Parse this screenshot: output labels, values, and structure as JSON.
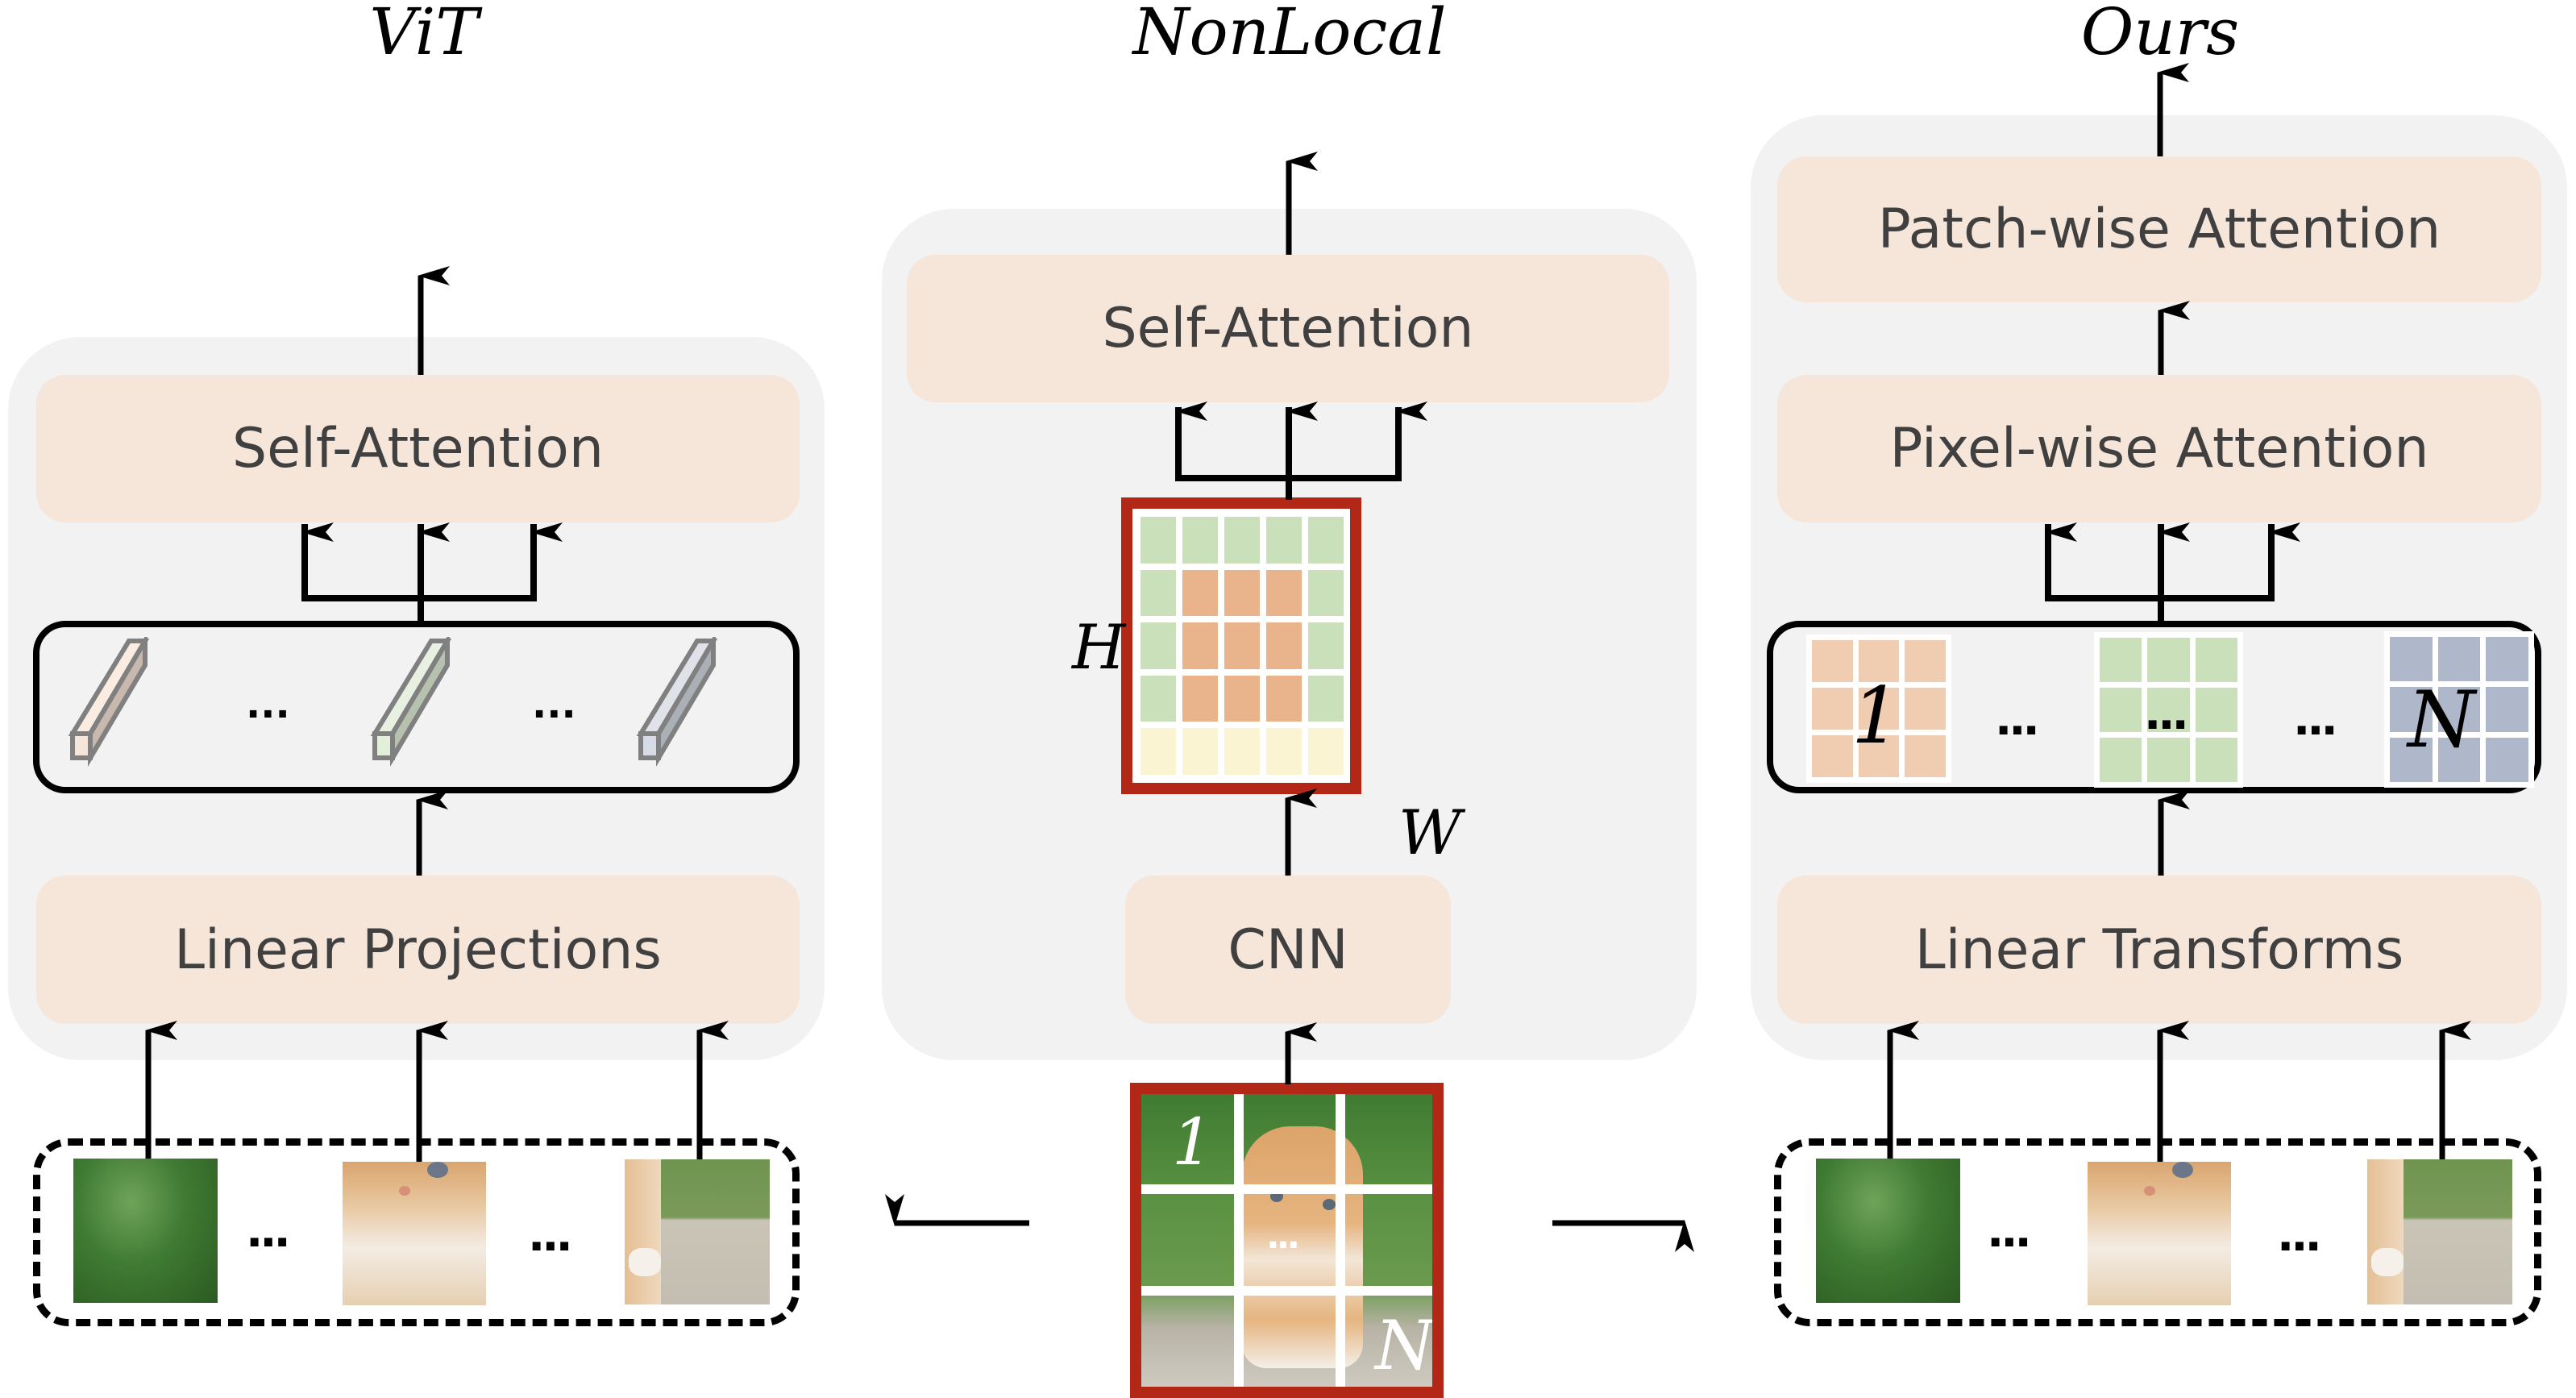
{
  "columns": {
    "vit": {
      "title": "ViT",
      "blocks": {
        "top": "Self-Attention",
        "bottom": "Linear Projections"
      },
      "tokens": [
        {
          "kind": "token-vector",
          "color": "#f6e5d9"
        },
        {
          "kind": "ellipsis",
          "text": "..."
        },
        {
          "kind": "token-vector",
          "color": "#e2efd9"
        },
        {
          "kind": "ellipsis",
          "text": "..."
        },
        {
          "kind": "token-vector",
          "color": "#d6dce5"
        }
      ],
      "patches": [
        {
          "kind": "patch-image",
          "content": "grass"
        },
        {
          "kind": "ellipsis",
          "text": "..."
        },
        {
          "kind": "patch-image",
          "content": "cat-face"
        },
        {
          "kind": "ellipsis",
          "text": "..."
        },
        {
          "kind": "patch-image",
          "content": "cat-paw-stone"
        }
      ]
    },
    "nonlocal": {
      "title": "NonLocal",
      "blocks": {
        "top": "Self-Attention",
        "bottom": "CNN"
      },
      "feature_map": {
        "height_label": "H",
        "width_label": "W",
        "rows": 5,
        "cols": 5
      },
      "input_image": {
        "first_label": "1",
        "middle_label": "...",
        "last_label": "N",
        "grid": "3x3"
      }
    },
    "ours": {
      "title": "Ours",
      "blocks": {
        "top": "Patch-wise Attention",
        "middle": "Pixel-wise Attention",
        "bottom": "Linear Transforms"
      },
      "patch_tokens": [
        {
          "label": "1",
          "color": "#f0cdb1"
        },
        {
          "kind": "ellipsis",
          "text": "..."
        },
        {
          "label": "...",
          "color": "#cae0bb"
        },
        {
          "kind": "ellipsis",
          "text": "..."
        },
        {
          "label": "N",
          "color": "#aeb8ca"
        }
      ],
      "patches": [
        {
          "kind": "patch-image",
          "content": "grass"
        },
        {
          "kind": "ellipsis",
          "text": "..."
        },
        {
          "kind": "patch-image",
          "content": "cat-face"
        },
        {
          "kind": "ellipsis",
          "text": "..."
        },
        {
          "kind": "patch-image",
          "content": "cat-paw-stone"
        }
      ]
    }
  },
  "colors": {
    "panel_bg": "#f2f2f2",
    "block_bg": "#f6e5d9",
    "block_text": "#404040",
    "frame_red": "#b22716",
    "fm_green": "#cae0bb",
    "fm_orange": "#e9b48c",
    "fm_yellow": "#fbf4d2"
  }
}
